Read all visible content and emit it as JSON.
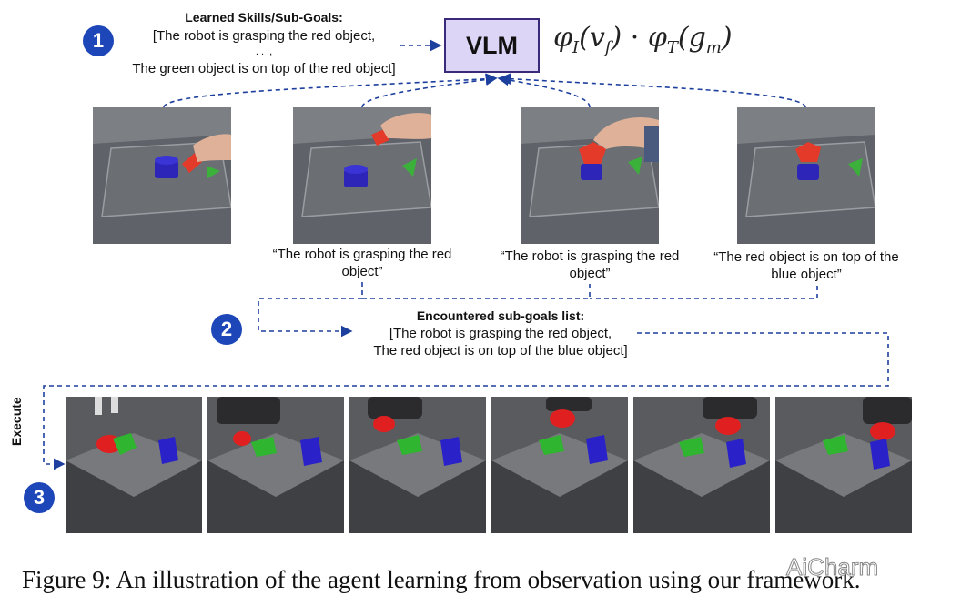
{
  "step1": {
    "badge": "1",
    "title": "Learned Skills/Sub-Goals:",
    "line1": "[The robot is grasping the red object,",
    "line2": ". . .,",
    "line3": "The green object is on top of the red object]"
  },
  "vlm_label": "VLM",
  "formula": {
    "phi_i": "φ",
    "sub_i": "I",
    "arg_i": "(v",
    "sub_f": "f",
    "close_i": ")",
    "dot": "·",
    "phi_t": "φ",
    "sub_t": "T",
    "arg_t": "(g",
    "sub_m": "m",
    "close_t": ")"
  },
  "frame_captions": [
    {
      "line1": "“The robot is grasping the red",
      "line2": "object”"
    },
    {
      "line1": "“The robot is grasping the red",
      "line2": "object”"
    },
    {
      "line1": "“The red object is on top of the",
      "line2": "blue object”"
    }
  ],
  "step2": {
    "badge": "2",
    "title": "Encountered sub-goals list:",
    "line1": "[The robot is grasping the red object,",
    "line2": "The red object is on top of the blue object]"
  },
  "step3": {
    "badge": "3",
    "execute_label": "Execute"
  },
  "caption": "Figure 9: An illustration of the agent learning from observation using our framework.",
  "watermark": "AiCharm",
  "colors": {
    "badge": "#1d46b8",
    "vlm_fill": "#ddd5f5",
    "arrow": "#1d3f9e",
    "red_object": "#e02020",
    "green_object": "#2fb52f",
    "blue_object": "#2a22c8"
  }
}
